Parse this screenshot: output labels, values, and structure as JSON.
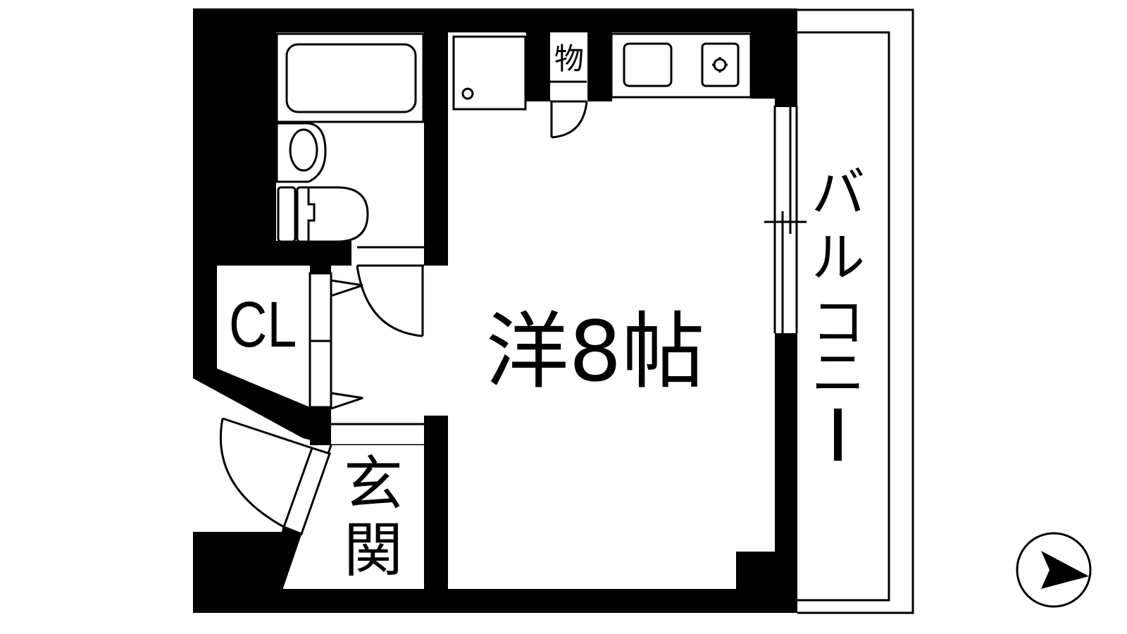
{
  "floor_plan": {
    "rooms": {
      "main_room": {
        "label": "洋8帖"
      },
      "closet": {
        "label": "CL"
      },
      "entrance": {
        "label_line1": "玄",
        "label_line2": "関"
      },
      "storage": {
        "label": "物"
      },
      "balcony": {
        "label_chars": [
          "バ",
          "ル",
          "コ",
          "ニ",
          "ー"
        ]
      }
    },
    "fixtures": [
      "bathtub",
      "washbasin",
      "toilet",
      "washing-machine-pan",
      "kitchen-sink",
      "gas-stove"
    ],
    "compass": {
      "direction": "east-pointing north arrow"
    },
    "colors": {
      "wall": "#000000",
      "background": "#ffffff",
      "line": "#000000"
    }
  }
}
